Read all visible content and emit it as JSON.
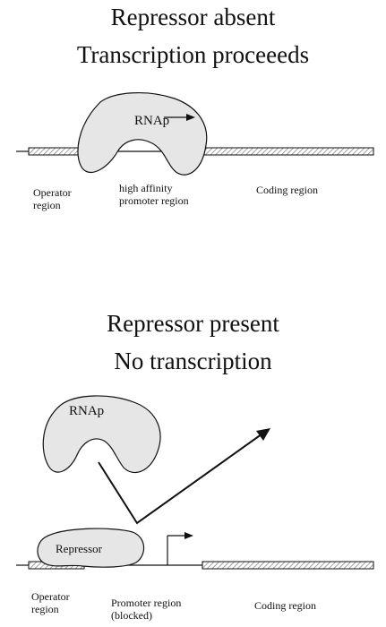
{
  "panel_top": {
    "title_line1": "Repressor absent",
    "title_line2": "Transcription proceeeds",
    "rnap_label": "RNAp",
    "operator_label_line1": "Operator",
    "operator_label_line2": "region",
    "promoter_label_line1": "high affinity",
    "promoter_label_line2": "promoter region",
    "coding_label": "Coding region"
  },
  "panel_bottom": {
    "title_line1": "Repressor present",
    "title_line2": "No transcription",
    "rnap_label": "RNAp",
    "repressor_label": "Repressor",
    "operator_label_line1": "Operator",
    "operator_label_line2": "region",
    "promoter_label_line1": "Promoter region",
    "promoter_label_line2": "(blocked)",
    "coding_label": "Coding region"
  },
  "colors": {
    "blob_fill": "#e6e6e6",
    "stroke": "#111111",
    "hatch": "#8a8a8a"
  }
}
